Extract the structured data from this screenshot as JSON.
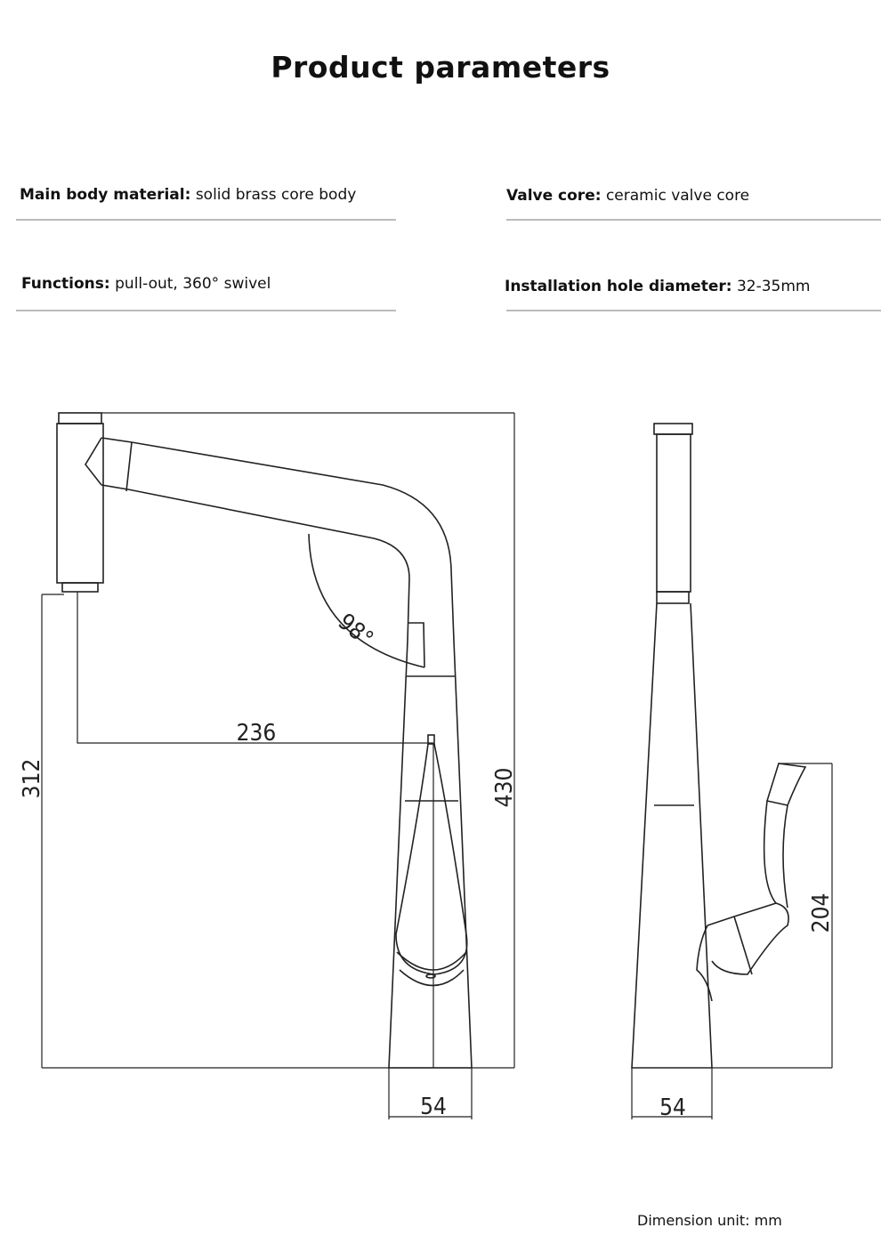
{
  "title": "Product parameters",
  "params": [
    {
      "label": "Main body material",
      "value": "solid brass core body"
    },
    {
      "label": "Valve core",
      "value": "ceramic valve core"
    },
    {
      "label": "Functions",
      "value": "pull-out, 360° swivel"
    },
    {
      "label": "Installation hole diameter",
      "value": "32-35mm"
    }
  ],
  "dimensions": {
    "angle": "98°",
    "reach": "236",
    "spout_height": "312",
    "total_height": "430",
    "base_front": "54",
    "base_side": "54",
    "handle_height": "204"
  },
  "unit_note": "Dimension unit: mm"
}
